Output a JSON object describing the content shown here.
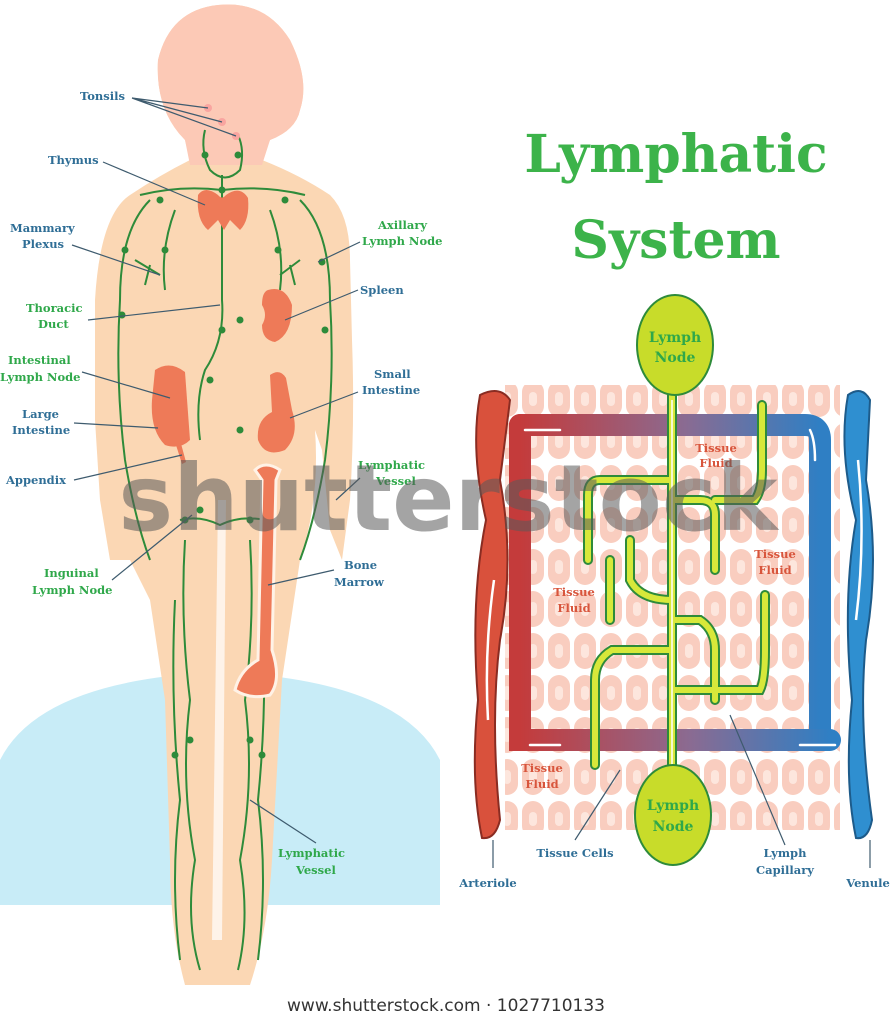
{
  "title": {
    "line1": "Lymphatic",
    "line2": "System"
  },
  "body_labels": {
    "tonsils": "Tonsils",
    "thymus": "Thymus",
    "mammary_plexus": [
      "Mammary",
      "Plexus"
    ],
    "thoracic_duct": [
      "Thoracic",
      "Duct"
    ],
    "intestinal_lymph_node": [
      "Intestinal",
      "Lymph Node"
    ],
    "large_intestine": [
      "Large",
      "Intestine"
    ],
    "appendix": "Appendix",
    "inguinal_lymph_node": [
      "Inguinal",
      "Lymph Node"
    ],
    "axillary_lymph_node": [
      "Axillary",
      "Lymph Node"
    ],
    "spleen": "Spleen",
    "small_intestine": [
      "Small",
      "Intestine"
    ],
    "lymphatic_vessel_upper": [
      "Lymphatic",
      "Vessel"
    ],
    "bone_marrow": [
      "Bone",
      "Marrow"
    ],
    "lymphatic_vessel_lower": [
      "Lymphatic",
      "Vessel"
    ]
  },
  "capillary_labels": {
    "lymph_node_top": [
      "Lymph",
      "Node"
    ],
    "lymph_node_bottom": [
      "Lymph",
      "Node"
    ],
    "tissue_fluid": [
      "Tissue",
      "Fluid"
    ],
    "arteriole": "Arteriole",
    "tissue_cells": "Tissue Cells",
    "lymph_capillary": [
      "Lymph",
      "Capillary"
    ],
    "venule": "Venule"
  },
  "watermark": "shutterstock",
  "footer": "www.shutterstock.com · 1027710133",
  "colors": {
    "label_blue": "#2f6e96",
    "label_green": "#2fa84a",
    "label_red": "#d8553c",
    "title_green": "#3cb34a",
    "skin": "#fbd7b4",
    "head": "#fcc9b6",
    "organ": "#ee7a58",
    "lymph": "#2e8b3a",
    "arteriole": "#d9513c",
    "venule": "#2f8fd0",
    "lymph_capillary": "#c8dc2a",
    "background_dome": "#c8ecf7"
  }
}
